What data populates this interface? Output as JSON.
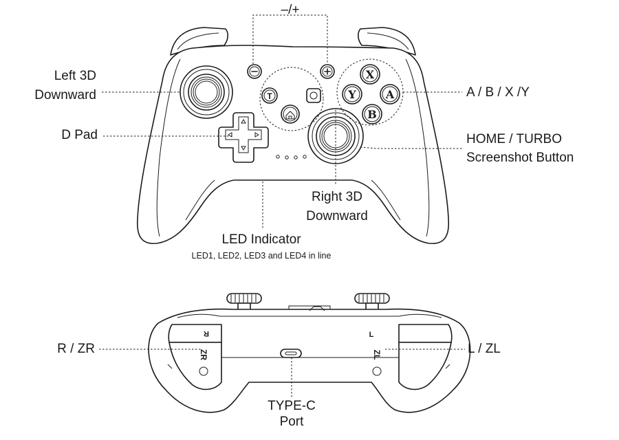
{
  "labels": {
    "minus_plus": "–/+",
    "left_3d_line1": "Left 3D",
    "left_3d_line2": "Downward",
    "d_pad": "D Pad",
    "abxy": "A / B / X /Y",
    "home_turbo_line1": "HOME / TURBO",
    "home_turbo_line2": "Screenshot Button",
    "right_3d_line1": "Right 3D",
    "right_3d_line2": "Downward",
    "led_title": "LED Indicator",
    "led_sub": "LED1, LED2, LED3 and LED4 in line",
    "r_zr": "R / ZR",
    "l_zl": "L / ZL",
    "typec_line1": "TYPE-C",
    "typec_line2": "Port"
  },
  "buttons": {
    "x": "X",
    "y": "Y",
    "a": "A",
    "b": "B",
    "minus": "−",
    "plus": "+",
    "turbo": "T",
    "r_bumper": "R",
    "zr_trigger": "ZR",
    "l_bumper": "L",
    "zl_trigger": "ZL"
  },
  "icons": [
    "home-icon",
    "screenshot-icon",
    "dpad-arrow-icon"
  ]
}
